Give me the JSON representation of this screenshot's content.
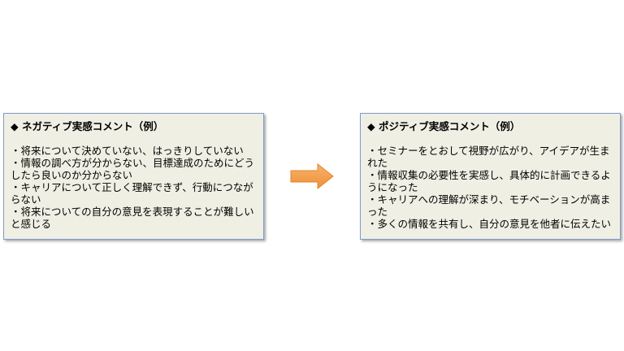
{
  "left_card": {
    "title": "◆ ネガティブ実感コメント（例）",
    "items": [
      "・将来について決めていない、はっきりしていない",
      "・情報の調べ方が分からない、目標達成のためにどうしたら良いのか分からない",
      "・キャリアについて正しく理解できず、行動につながらない",
      "・将来についての自分の意見を表現することが難しいと感じる"
    ]
  },
  "right_card": {
    "title": "◆ ポジティブ実感コメント（例）",
    "items": [
      "・セミナーをとおして視野が広がり、アイデアが生まれた",
      "・情報収集の必要性を実感し、具体的に計画できるようになった",
      "・キャリアへの理解が深まり、モチベーションが高まった",
      "・多くの情報を共有し、自分の意見を他者に伝えたい"
    ]
  },
  "colors": {
    "card_background": "#efefe4",
    "card_border": "#7f9cc8",
    "arrow": "#f4a04a"
  },
  "icons": {
    "arrow": "right-arrow-icon"
  }
}
